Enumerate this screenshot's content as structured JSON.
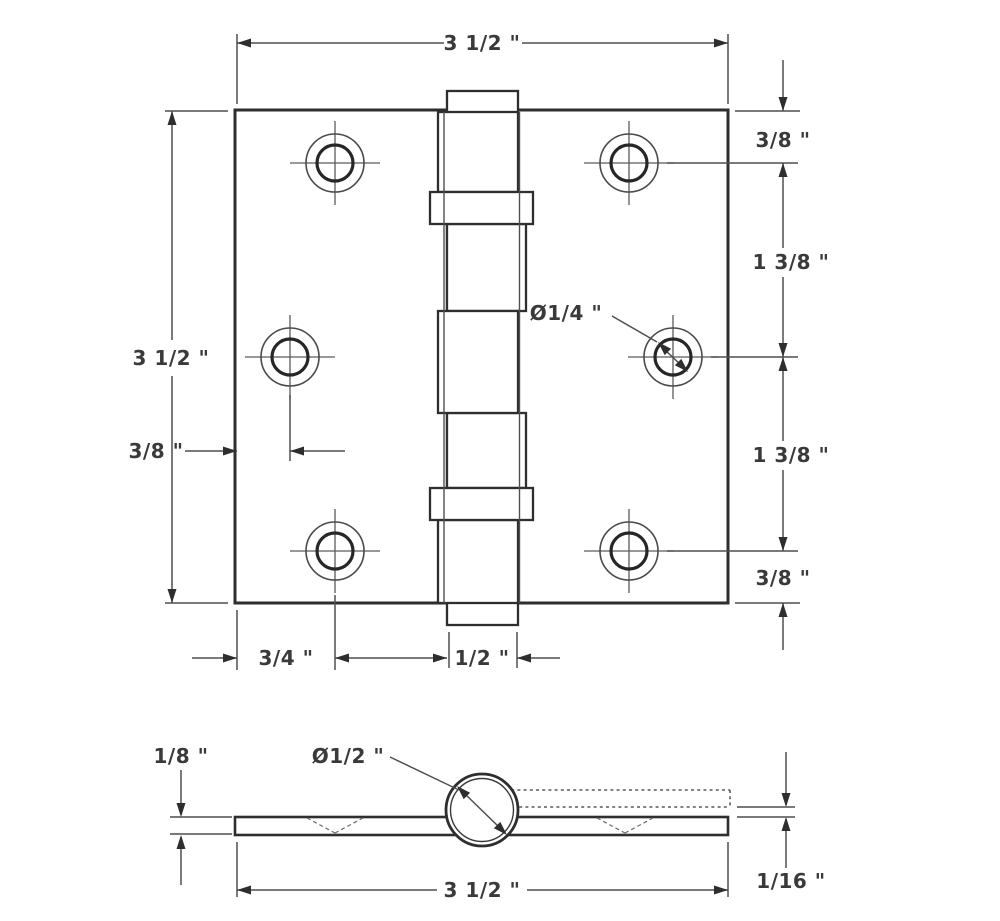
{
  "drawing": {
    "top_view": {
      "width_top": "3 1/2 \"",
      "height_left": "3 1/2 \"",
      "edge_to_center_hole": "3/8 \"",
      "top_edge_to_hole_row": "3/8 \"",
      "hole_row_spacing_upper": "1 3/8 \"",
      "hole_row_spacing_lower": "1 3/8 \"",
      "hole_row_to_bottom_edge": "3/8 \"",
      "screw_hole_diameter": "Ø1/4 \"",
      "edge_to_corner_hole": "3/4 \"",
      "knuckle_width": "1/2 \""
    },
    "side_view": {
      "leaf_thickness": "1/8 \"",
      "barrel_diameter": "Ø1/2 \"",
      "overall_width": "3 1/2 \"",
      "leaf_offset": "1/16 \""
    },
    "colors": {
      "object_line": "#2e2e2e",
      "dimension_line": "#4f4f4f",
      "label_text": "#3a3a3a",
      "background": "#ffffff"
    }
  }
}
